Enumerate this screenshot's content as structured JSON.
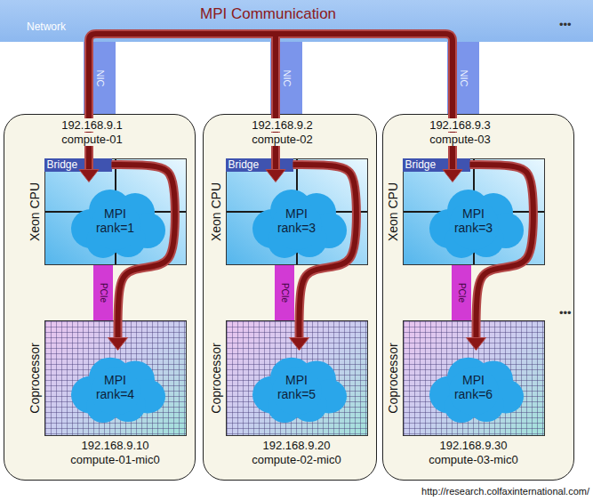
{
  "diagram": {
    "nodes": [
      {
        "text": [
          "Network"
        ]
      },
      {
        "text": [
          "NIC"
        ]
      },
      {
        "text": [
          "192.168.9.1",
          "compute-01"
        ]
      },
      {
        "text": [
          "Xeon CPU"
        ],
        "in": 2
      },
      {
        "text": [
          "Bridge"
        ],
        "in": 3
      },
      {
        "text": [
          "MPI rank=1"
        ],
        "in": 3
      },
      {
        "text": [
          "PCIe"
        ],
        "in": 2
      },
      {
        "text": [
          "Coprocessor",
          "192.168.9.10",
          "compute-01-mic0"
        ],
        "in": 2
      },
      {
        "text": [
          "MPI rank=4"
        ],
        "in": 7
      },
      {
        "text": [
          "NIC"
        ]
      },
      {
        "text": [
          "192.168.9.2",
          "compute-02"
        ]
      },
      {
        "text": [
          "Xeon CPU"
        ],
        "in": 10
      },
      {
        "text": [
          "Bridge"
        ],
        "in": 11
      },
      {
        "text": [
          "MPI rank=3"
        ],
        "in": 11
      },
      {
        "text": [
          "PCIe"
        ],
        "in": 10
      },
      {
        "text": [
          "Coprocessor",
          "192.168.9.20",
          "compute-02-mic0"
        ],
        "in": 10
      },
      {
        "text": [
          "MPI rank=5"
        ],
        "in": 15
      },
      {
        "text": [
          "NIC"
        ]
      },
      {
        "text": [
          "192.168.9.3",
          "compute-03"
        ]
      },
      {
        "text": [
          "Xeon CPU"
        ],
        "in": 18
      },
      {
        "text": [
          "Bridge"
        ],
        "in": 19
      },
      {
        "text": [
          "MPI rank=3"
        ],
        "in": 19
      },
      {
        "text": [
          "PCIe"
        ],
        "in": 18
      },
      {
        "text": [
          "Coprocessor",
          "192.168.9.30",
          "compute-03-mic0"
        ],
        "in": 18
      },
      {
        "text": [
          "MPI rank=6"
        ],
        "in": 23
      }
    ],
    "edges": [
      {
        "from": 0,
        "to": 5,
        "arrow": "to"
      },
      {
        "from": 4,
        "to": 8,
        "arrow": "to"
      },
      {
        "from": 0,
        "to": 13,
        "arrow": "to"
      },
      {
        "from": 12,
        "to": 16,
        "arrow": "to"
      },
      {
        "from": 0,
        "to": 21,
        "arrow": "to"
      },
      {
        "from": 20,
        "to": 24,
        "arrow": "to"
      }
    ],
    "labels": [
      "MPI Communication",
      "•••",
      "•••",
      "http://research.colfaxinternational.com/"
    ]
  }
}
